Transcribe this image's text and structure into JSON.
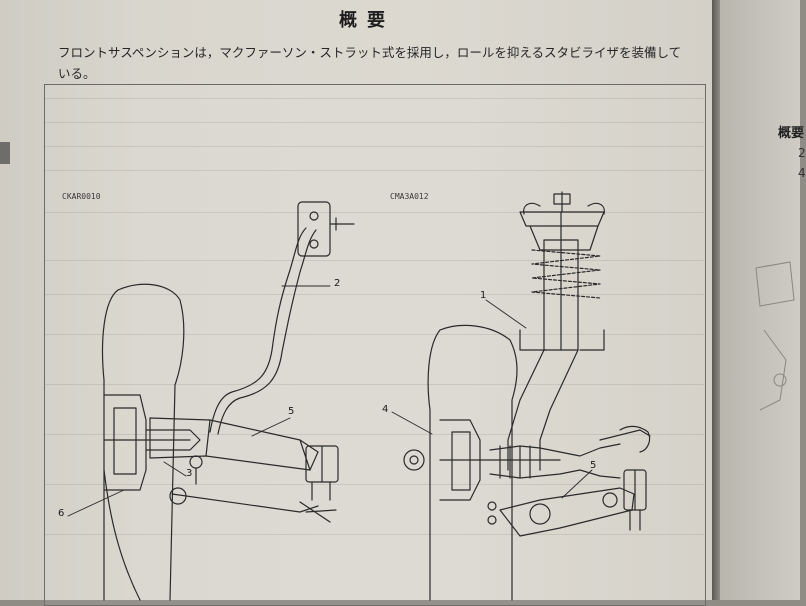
{
  "page": {
    "title": "概要",
    "intro": "フロントサスペンションは，マクファーソン・ストラット式を採用し，ロールを抑えるスタビライザを装備している。",
    "figure_left_code": "CKAR0010",
    "figure_right_code": "CMA3A012",
    "callouts": {
      "left_2": "2",
      "left_5": "5",
      "left_3": "3",
      "left_6": "6",
      "right_1": "1",
      "right_4": "4",
      "right_5": "5"
    }
  },
  "next_page": {
    "heading": "概要",
    "line1": "2",
    "line2": "4"
  },
  "colors": {
    "paper": "#dad7cf",
    "ink": "#2a2a2a",
    "background": "#8f8c86"
  }
}
